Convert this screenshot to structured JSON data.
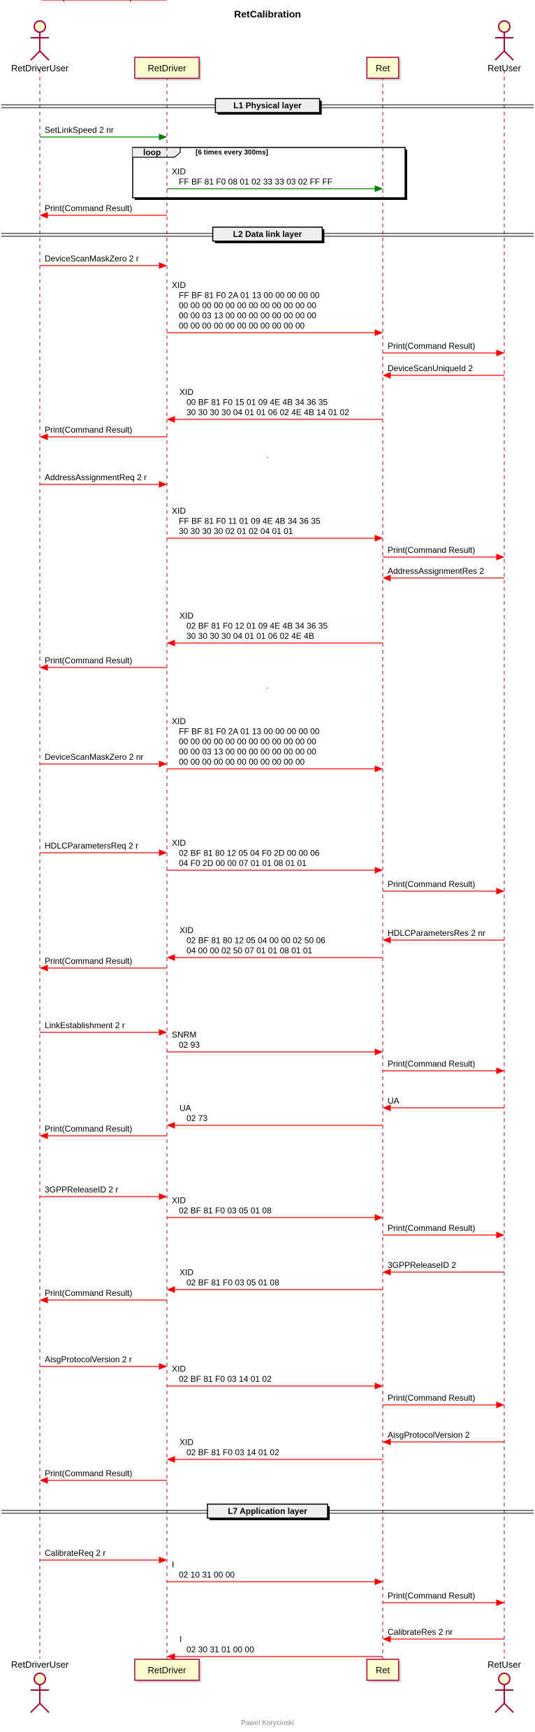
{
  "title": "RetCalibration",
  "footer": "Pawel Korycinski",
  "colors": {
    "lifeline": "#a80036",
    "arrow_red": "#ff0000",
    "arrow_green": "#008000",
    "participant_fill": "#fefece",
    "participant_border": "#a80036",
    "actor_fill": "#fefece",
    "divider_bg": "#eeeeee",
    "text": "#000000",
    "footer_text": "#888888"
  },
  "participants": [
    {
      "id": "RetDriverUser",
      "label": "RetDriverUser",
      "type": "actor"
    },
    {
      "id": "RetDriver",
      "label": "RetDriver",
      "type": "participant"
    },
    {
      "id": "Ret",
      "label": "Ret",
      "type": "participant"
    },
    {
      "id": "RetUser",
      "label": "RetUser",
      "type": "actor"
    }
  ],
  "events": [
    {
      "type": "divider",
      "label": "L1 Physical layer"
    },
    {
      "type": "msg",
      "from": "RetDriverUser",
      "to": "RetDriver",
      "color": "green",
      "lines": [
        "SetLinkSpeed 2 nr"
      ]
    },
    {
      "type": "loop_start",
      "keyword": "loop",
      "label": "[6 times every 300ms]"
    },
    {
      "type": "msg",
      "from": "RetDriver",
      "to": "Ret",
      "color": "green",
      "lines": [
        "XID",
        "FF BF 81 F0 08 01 02 33 33 03 02 FF FF"
      ]
    },
    {
      "type": "loop_end"
    },
    {
      "type": "msg",
      "from": "RetDriver",
      "to": "RetDriverUser",
      "color": "red",
      "lines": [
        "Print(Command Result)"
      ]
    },
    {
      "type": "divider",
      "label": "L2 Data link layer"
    },
    {
      "type": "msg",
      "from": "RetDriverUser",
      "to": "RetDriver",
      "color": "red",
      "lines": [
        "DeviceScanMaskZero 2 r"
      ]
    },
    {
      "type": "msg",
      "from": "RetDriver",
      "to": "Ret",
      "color": "red",
      "lines": [
        "XID",
        "FF BF 81 F0 2A 01 13 00 00 00 00 00",
        "00 00 00 00 00 00 00 00 00 00 00 00",
        "00 00 03 13 00 00 00 00 00 00 00 00",
        "00 00 00 00 00 00 00 00 00 00 00"
      ]
    },
    {
      "type": "msg",
      "from": "Ret",
      "to": "RetUser",
      "color": "red",
      "lines": [
        "Print(Command Result)"
      ]
    },
    {
      "type": "msg",
      "from": "RetUser",
      "to": "Ret",
      "color": "red",
      "lines": [
        "DeviceScanUniqueId 2"
      ]
    },
    {
      "type": "msg",
      "from": "Ret",
      "to": "RetDriver",
      "color": "red",
      "lines": [
        "XID",
        "00 BF 81 F0 15 01 09 4E 4B 34 36 35",
        "30 30 30 30 04 01 01 06 02 4E 4B 14 01 02"
      ]
    },
    {
      "type": "msg",
      "from": "RetDriver",
      "to": "RetDriverUser",
      "color": "red",
      "lines": [
        "Print(Command Result)"
      ]
    },
    {
      "type": "delay",
      "label": "."
    },
    {
      "type": "msg",
      "from": "RetDriverUser",
      "to": "RetDriver",
      "color": "red",
      "lines": [
        "AddressAssignmentReq 2 r"
      ]
    },
    {
      "type": "msg",
      "from": "RetDriver",
      "to": "Ret",
      "color": "red",
      "lines": [
        "XID",
        "FF BF 81 F0 11 01 09 4E 4B 34 36 35",
        "30 30 30 30 02 01 02 04 01 01"
      ]
    },
    {
      "type": "msg",
      "from": "Ret",
      "to": "RetUser",
      "color": "red",
      "lines": [
        "Print(Command Result)"
      ]
    },
    {
      "type": "msg",
      "from": "RetUser",
      "to": "Ret",
      "color": "red",
      "lines": [
        "AddressAssignmentRes 2"
      ]
    },
    {
      "type": "msg",
      "from": "Ret",
      "to": "RetDriver",
      "color": "red",
      "lines": [
        "XID",
        "02 BF 81 F0 12 01 09 4E 4B 34 36 35",
        "30 30 30 30 04 01 01 06 02 4E 4B"
      ]
    },
    {
      "type": "msg",
      "from": "RetDriver",
      "to": "RetDriverUser",
      "color": "red",
      "lines": [
        "Print(Command Result)"
      ]
    },
    {
      "type": "delay",
      "label": "."
    },
    {
      "type": "msg",
      "from": "RetDriverUser",
      "to": "RetDriver",
      "color": "red",
      "lines": [
        "DeviceScanMaskZero 2 nr"
      ]
    },
    {
      "type": "msg",
      "from": "RetDriver",
      "to": "Ret",
      "color": "red",
      "lines": [
        "XID",
        "FF BF 81 F0 2A 01 13 00 00 00 00 00",
        "00 00 00 00 00 00 00 00 00 00 00 00",
        "00 00 03 13 00 00 00 00 00 00 00 00",
        "00 00 00 00 00 00 00 00 00 00 00"
      ]
    },
    {
      "type": "delay",
      "label": ""
    },
    {
      "type": "msg",
      "from": "RetDriverUser",
      "to": "RetDriver",
      "color": "red",
      "lines": [
        "HDLCParametersReq 2 r"
      ]
    },
    {
      "type": "msg",
      "from": "RetDriver",
      "to": "Ret",
      "color": "red",
      "lines": [
        "XID",
        "02 BF 81 80 12 05 04 F0 2D 00 00 06",
        "04 F0 2D 00 00 07 01 01 08 01 01"
      ]
    },
    {
      "type": "msg",
      "from": "Ret",
      "to": "RetUser",
      "color": "red",
      "lines": [
        "Print(Command Result)"
      ]
    },
    {
      "type": "msg",
      "from": "RetUser",
      "to": "Ret",
      "color": "red",
      "lines": [
        "HDLCParametersRes 2 nr"
      ]
    },
    {
      "type": "msg",
      "from": "Ret",
      "to": "RetDriver",
      "color": "red",
      "lines": [
        "XID",
        "02 BF 81 80 12 05 04 00 00 02 50 06",
        "04 00 00 02 50 07 01 01 08 01 01"
      ]
    },
    {
      "type": "msg",
      "from": "RetDriver",
      "to": "RetDriverUser",
      "color": "red",
      "lines": [
        "Print(Command Result)"
      ]
    },
    {
      "type": "delay",
      "label": ""
    },
    {
      "type": "msg",
      "from": "RetDriverUser",
      "to": "RetDriver",
      "color": "red",
      "lines": [
        "LinkEstablishment 2 r"
      ]
    },
    {
      "type": "msg",
      "from": "RetDriver",
      "to": "Ret",
      "color": "red",
      "lines": [
        "SNRM",
        "02 93"
      ]
    },
    {
      "type": "msg",
      "from": "Ret",
      "to": "RetUser",
      "color": "red",
      "lines": [
        "Print(Command Result)"
      ]
    },
    {
      "type": "msg",
      "from": "RetUser",
      "to": "Ret",
      "color": "red",
      "lines": [
        "UA"
      ]
    },
    {
      "type": "msg",
      "from": "Ret",
      "to": "RetDriver",
      "color": "red",
      "lines": [
        "UA",
        "02 73"
      ]
    },
    {
      "type": "msg",
      "from": "RetDriver",
      "to": "RetDriverUser",
      "color": "red",
      "lines": [
        "Print(Command Result)"
      ]
    },
    {
      "type": "delay",
      "label": ""
    },
    {
      "type": "msg",
      "from": "RetDriverUser",
      "to": "RetDriver",
      "color": "red",
      "lines": [
        "3GPPReleaseID 2 r"
      ]
    },
    {
      "type": "msg",
      "from": "RetDriver",
      "to": "Ret",
      "color": "red",
      "lines": [
        "XID",
        "02 BF 81 F0 03 05 01 08"
      ]
    },
    {
      "type": "msg",
      "from": "Ret",
      "to": "RetUser",
      "color": "red",
      "lines": [
        "Print(Command Result)"
      ]
    },
    {
      "type": "msg",
      "from": "RetUser",
      "to": "Ret",
      "color": "red",
      "lines": [
        "3GPPReleaseID 2"
      ]
    },
    {
      "type": "msg",
      "from": "Ret",
      "to": "RetDriver",
      "color": "red",
      "lines": [
        "XID",
        "02 BF 81 F0 03 05 01 08"
      ]
    },
    {
      "type": "msg",
      "from": "RetDriver",
      "to": "RetDriverUser",
      "color": "red",
      "lines": [
        "Print(Command Result)"
      ]
    },
    {
      "type": "delay",
      "label": ""
    },
    {
      "type": "msg",
      "from": "RetDriverUser",
      "to": "RetDriver",
      "color": "red",
      "lines": [
        "AisgProtocolVersion 2 r"
      ]
    },
    {
      "type": "msg",
      "from": "RetDriver",
      "to": "Ret",
      "color": "red",
      "lines": [
        "XID",
        "02 BF 81 F0 03 14 01 02"
      ]
    },
    {
      "type": "msg",
      "from": "Ret",
      "to": "RetUser",
      "color": "red",
      "lines": [
        "Print(Command Result)"
      ]
    },
    {
      "type": "msg",
      "from": "RetUser",
      "to": "Ret",
      "color": "red",
      "lines": [
        "AisgProtocolVersion 2"
      ]
    },
    {
      "type": "msg",
      "from": "Ret",
      "to": "RetDriver",
      "color": "red",
      "lines": [
        "XID",
        "02 BF 81 F0 03 14 01 02"
      ]
    },
    {
      "type": "msg",
      "from": "RetDriver",
      "to": "RetDriverUser",
      "color": "red",
      "lines": [
        "Print(Command Result)"
      ]
    },
    {
      "type": "divider",
      "label": "L7 Application layer"
    },
    {
      "type": "msg",
      "from": "RetDriverUser",
      "to": "RetDriver",
      "color": "red",
      "lines": [
        "CalibrateReq 2 r"
      ]
    },
    {
      "type": "msg",
      "from": "RetDriver",
      "to": "Ret",
      "color": "red",
      "lines": [
        "I",
        "02 10 31 00 00"
      ]
    },
    {
      "type": "msg",
      "from": "Ret",
      "to": "RetUser",
      "color": "red",
      "lines": [
        "Print(Command Result)"
      ]
    },
    {
      "type": "msg",
      "from": "RetUser",
      "to": "Ret",
      "color": "red",
      "lines": [
        "CalibrateRes 2 nr"
      ]
    },
    {
      "type": "msg",
      "from": "Ret",
      "to": "RetDriver",
      "color": "red",
      "lines": [
        "I",
        "02 30 31 01 00 00"
      ]
    },
    {
      "type": "msg",
      "from": "RetDriver",
      "to": "RetDriverUser",
      "color": "red",
      "lines": [
        "Print(Command Result)"
      ]
    }
  ]
}
